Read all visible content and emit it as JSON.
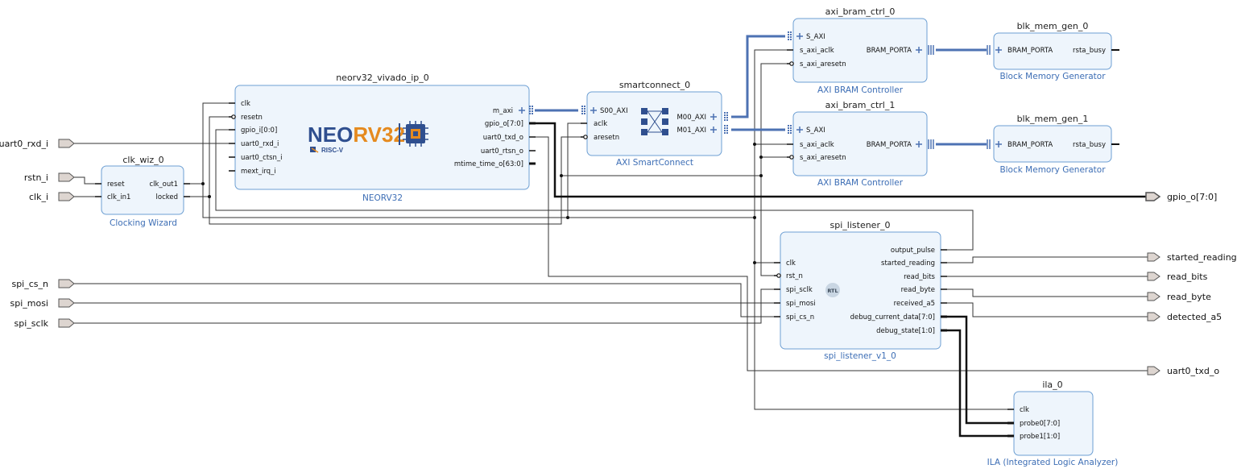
{
  "blocks": [
    {
      "id": "neorv32",
      "instance": "neorv32_vivado_ip_0",
      "subtitle": "NEORV32",
      "logo": "NEORV32",
      "logo_sub": "RISC-V",
      "inputs": [
        "clk",
        "resetn",
        "gpio_i[0:0]",
        "uart0_rxd_i",
        "uart0_ctsn_i",
        "mext_irq_i"
      ],
      "outputs": [
        "m_axi",
        "gpio_o[7:0]",
        "uart0_txd_o",
        "uart0_rtsn_o",
        "mtime_time_o[63:0]"
      ]
    },
    {
      "id": "clkwiz",
      "instance": "clk_wiz_0",
      "subtitle": "Clocking Wizard",
      "inputs": [
        "reset",
        "clk_in1"
      ],
      "outputs": [
        "clk_out1",
        "locked"
      ]
    },
    {
      "id": "smartconnect",
      "instance": "smartconnect_0",
      "subtitle": "AXI SmartConnect",
      "inputs": [
        "S00_AXI",
        "aclk",
        "aresetn"
      ],
      "outputs": [
        "M00_AXI",
        "M01_AXI"
      ]
    },
    {
      "id": "bram0",
      "instance": "axi_bram_ctrl_0",
      "subtitle": "AXI BRAM Controller",
      "inputs": [
        "S_AXI",
        "s_axi_aclk",
        "s_axi_aresetn"
      ],
      "outputs": [
        "BRAM_PORTA"
      ]
    },
    {
      "id": "bram1",
      "instance": "axi_bram_ctrl_1",
      "subtitle": "AXI BRAM Controller",
      "inputs": [
        "S_AXI",
        "s_axi_aclk",
        "s_axi_aresetn"
      ],
      "outputs": [
        "BRAM_PORTA"
      ]
    },
    {
      "id": "blk0",
      "instance": "blk_mem_gen_0",
      "subtitle": "Block Memory Generator",
      "inputs": [
        "BRAM_PORTA"
      ],
      "outputs": [
        "rsta_busy"
      ]
    },
    {
      "id": "blk1",
      "instance": "blk_mem_gen_1",
      "subtitle": "Block Memory Generator",
      "inputs": [
        "BRAM_PORTA"
      ],
      "outputs": [
        "rsta_busy"
      ]
    },
    {
      "id": "spi",
      "instance": "spi_listener_0",
      "subtitle": "spi_listener_v1_0",
      "badge": "RTL",
      "inputs": [
        "clk",
        "rst_n",
        "spi_sclk",
        "spi_mosi",
        "spi_cs_n"
      ],
      "outputs": [
        "output_pulse",
        "started_reading",
        "read_bits",
        "read_byte",
        "received_a5",
        "debug_current_data[7:0]",
        "debug_state[1:0]"
      ]
    },
    {
      "id": "ila",
      "instance": "ila_0",
      "subtitle": "ILA (Integrated Logic Analyzer)",
      "inputs": [
        "clk",
        "probe0[7:0]",
        "probe1[1:0]"
      ],
      "outputs": []
    }
  ],
  "ports_in": [
    "uart0_rxd_i",
    "rstn_i",
    "clk_i",
    "spi_cs_n",
    "spi_mosi",
    "spi_sclk"
  ],
  "ports_out": [
    "gpio_o[7:0]",
    "started_reading",
    "read_bits",
    "read_byte",
    "detected_a5",
    "uart0_txd_o"
  ],
  "colors": {
    "block_fill": "#eef5fc",
    "block_border": "#6d9fd3",
    "axi_bus": "#4d72b3",
    "subtitle": "#3d6eb5",
    "logo_blue": "#2f4f8f",
    "logo_orange": "#e58a1f"
  }
}
